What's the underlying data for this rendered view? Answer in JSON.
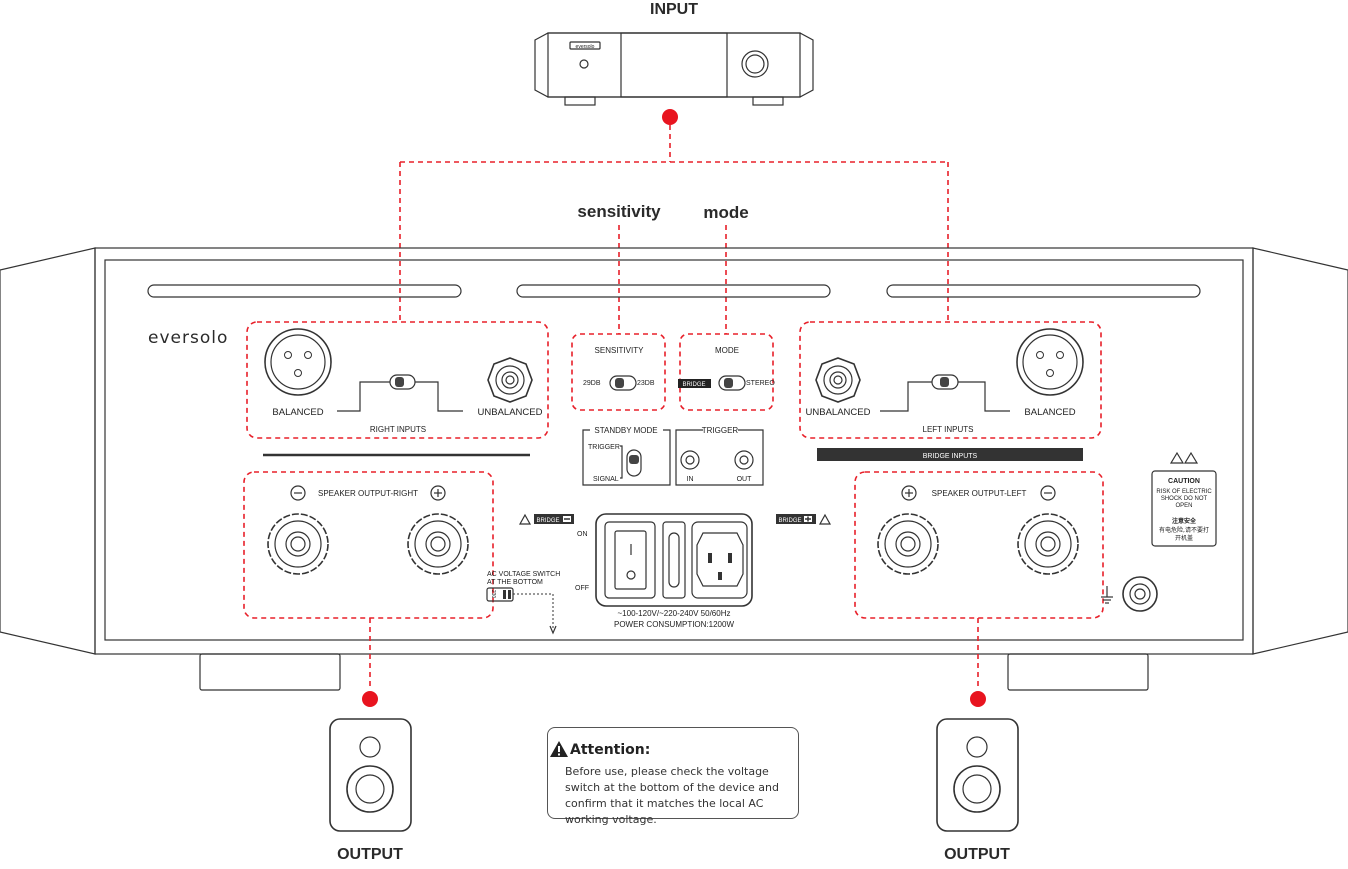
{
  "labels": {
    "input": "INPUT",
    "output_left": "OUTPUT",
    "output_right": "OUTPUT",
    "sensitivity_callout": "sensitivity",
    "mode_callout": "mode"
  },
  "device": {
    "brand": "eversolo",
    "source_brand": "eversolo"
  },
  "right_inputs": {
    "balanced": "BALANCED",
    "unbalanced": "UNBALANCED",
    "title": "RIGHT INPUTS"
  },
  "left_inputs": {
    "unbalanced": "UNBALANCED",
    "balanced": "BALANCED",
    "title": "LEFT INPUTS",
    "bridge_inputs": "BRIDGE INPUTS"
  },
  "sensitivity": {
    "title": "SENSITIVITY",
    "low": "29DB",
    "high": "23DB"
  },
  "mode": {
    "title": "MODE",
    "bridge": "BRIDGE",
    "stereo": "STEREO"
  },
  "standby": {
    "title": "STANDBY MODE",
    "trigger": "TRIGGER",
    "signal": "SIGNAL"
  },
  "trigger": {
    "title": "TRIGGER",
    "in": "IN",
    "out": "OUT"
  },
  "speaker_right": {
    "title": "SPEAKER OUTPUT-RIGHT"
  },
  "speaker_left": {
    "title": "SPEAKER OUTPUT-LEFT"
  },
  "bridge_tags": {
    "left_tag": "BRIDGE",
    "right_tag": "BRIDGE"
  },
  "power": {
    "on": "ON",
    "off": "OFF",
    "voltage": "~100-120V/~220-240V  50/60Hz",
    "consumption": "POWER CONSUMPTION:1200W",
    "ac_switch_line1": "AC VOLTAGE SWITCH",
    "ac_switch_line2": "AT THE BOTTOM",
    "switch_value": "230"
  },
  "caution": {
    "title": "CAUTION",
    "line1": "RISK OF ELECTRIC",
    "line2": "SHOCK DO NOT",
    "line3": "OPEN",
    "cn_title": "注意安全",
    "cn_line1": "有电危险,请不要打",
    "cn_line2": "开机盖"
  },
  "attention": {
    "title": "Attention:",
    "body": "Before use, please check the voltage switch at the bottom of the device and confirm that it matches the local AC working voltage."
  },
  "colors": {
    "accent_red": "#e8141f",
    "line": "#333333"
  }
}
